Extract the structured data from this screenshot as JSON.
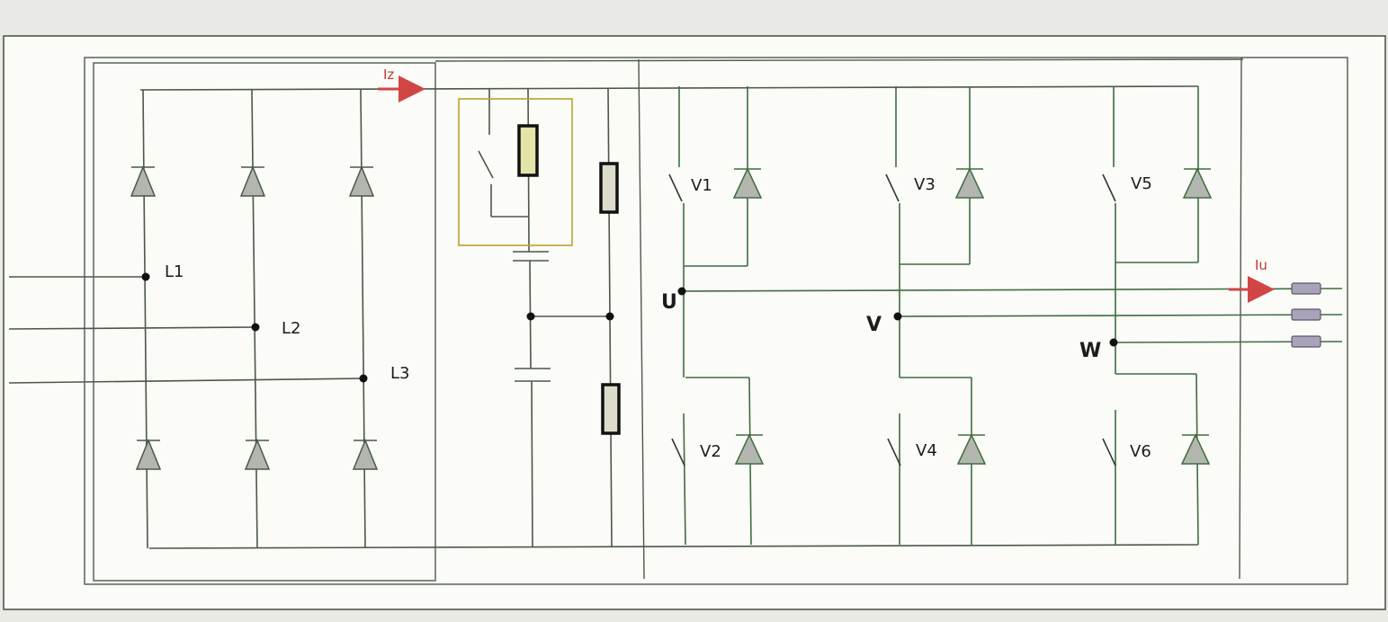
{
  "colors": {
    "background": "#e9e9e6",
    "paper": "#fbfbf8",
    "frame": "#4d5a4d",
    "wire_rectifier": "#4a584a",
    "wire_inverter": "#3f6d3f",
    "snubber_box": "#b9a22e",
    "diode_fill": "#b3b6b0",
    "resistor_fill": "#dddccb",
    "brake_resistor_fill": "#e4e4a8",
    "output_resistor_fill": "#a9a3b9",
    "current_arrow": "#d24545"
  },
  "labels": {
    "phase1": "L1",
    "phase2": "L2",
    "phase3": "L3",
    "out_u": "U",
    "out_v": "V",
    "out_w": "W",
    "v1": "V1",
    "v2": "V2",
    "v3": "V3",
    "v4": "V4",
    "v5": "V5",
    "v6": "V6",
    "current_dc": "Iz",
    "current_out": "Iu"
  }
}
